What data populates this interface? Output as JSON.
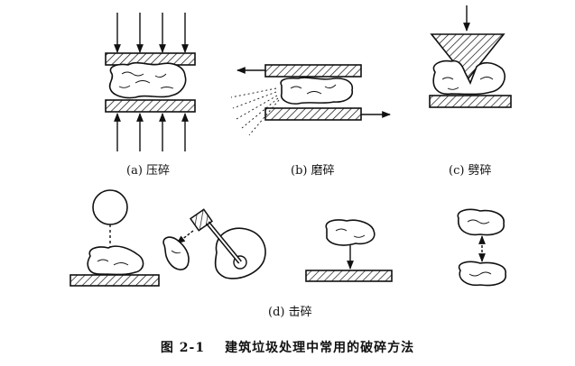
{
  "panels": {
    "a": {
      "label": "(a) 压碎"
    },
    "b": {
      "label": "(b) 磨碎"
    },
    "c": {
      "label": "(c) 劈碎"
    },
    "d": {
      "label": "(d) 击碎"
    }
  },
  "figure": {
    "number": "图 2-1",
    "title": "建筑垃圾处理中常用的破碎方法"
  },
  "colors": {
    "ink": "#111111",
    "background": "#ffffff"
  }
}
